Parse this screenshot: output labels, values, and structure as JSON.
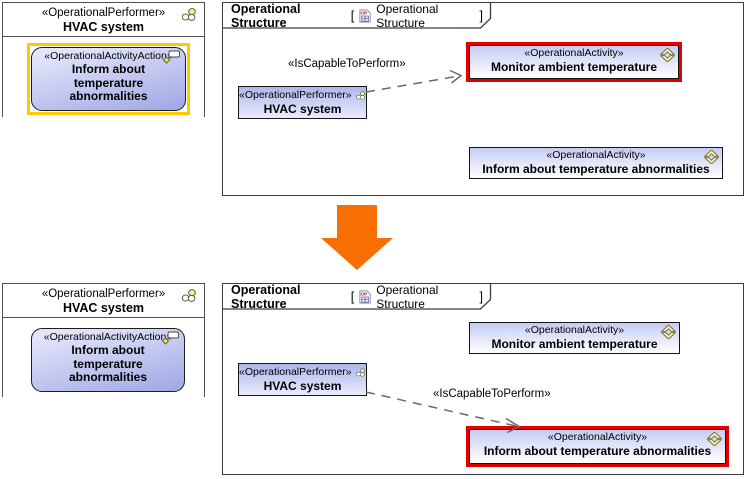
{
  "colors": {
    "accent_red": "#e10000",
    "accent_yellow": "#ffc800",
    "accent_orange": "#f86e00",
    "performer_top": "#aeb6ea",
    "performer_bottom": "#e9ecfc",
    "activity_top": "#c6ccf2",
    "activity_bottom": "#ffffff",
    "action_top": "#e3e6fa",
    "action_bottom": "#a2aae6"
  },
  "frame": {
    "title": "Operational Structure",
    "open_bracket": "[",
    "ref": "Operational Structure",
    "close_bracket": "]",
    "icon": "op-diagram-icon",
    "icon_label": "OP"
  },
  "performer": {
    "stereotype": "«OperationalPerformer»",
    "name": "HVAC system",
    "icon": "performer-circles-icon"
  },
  "action": {
    "stereotype": "«OperationalActivityAction»",
    "name_line1": "Inform about",
    "name_line2": "temperature",
    "name_line3": "abnormalities",
    "icons": [
      "call-behavior-rect-icon",
      "behavior-diamond-icon"
    ]
  },
  "activity_monitor": {
    "stereotype": "«OperationalActivity»",
    "name": "Monitor ambient temperature",
    "icon": "operational-activity-icon"
  },
  "activity_inform": {
    "stereotype": "«OperationalActivity»",
    "name": "Inform about temperature abnormalities",
    "icon": "operational-activity-icon"
  },
  "relationship": {
    "label": "«IsCapableToPerform»"
  },
  "annotation": {
    "transition_arrow": "block-arrow-down-icon"
  }
}
